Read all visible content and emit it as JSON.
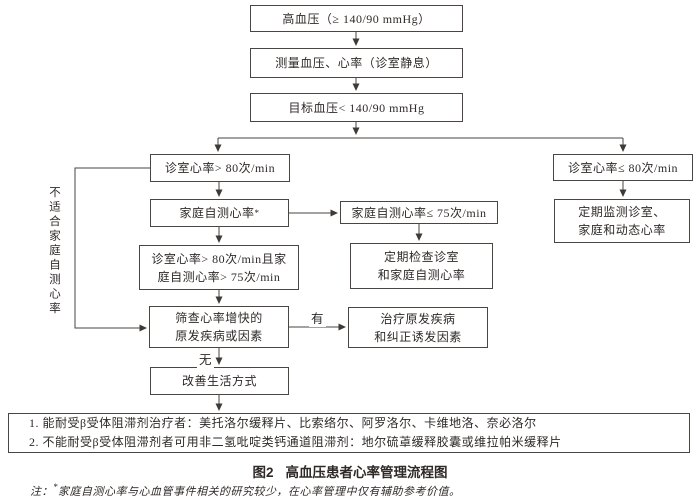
{
  "figure": {
    "caption_label": "图2",
    "caption_title": "高血压患者心率管理流程图",
    "note_prefix": "注：",
    "note_star": "*",
    "note_text": "家庭自测心率与心血管事件相关的研究较少，在心率管理中仅有辅助参考价值。"
  },
  "nodes": {
    "hypertension": "高血压（≥ 140/90 mmHg）",
    "measure": "测量血压、心率（诊室静息）",
    "target": "目标血压< 140/90 mmHg",
    "office_high": "诊室心率> 80次/min",
    "home_self": "家庭自测心率",
    "home_self_sup": "*",
    "office_home_high": [
      "诊室心率> 80次/min且家",
      "庭自测心率> 75次/min"
    ],
    "screen": [
      "筛查心率增快的",
      "原发疾病或因素"
    ],
    "lifestyle": "改善生活方式",
    "home_low": "家庭自测心率≤ 75次/min",
    "periodic_check": [
      "定期检查诊室",
      "和家庭自测心率"
    ],
    "treat": [
      "治疗原发疾病",
      "和纠正诱发因素"
    ],
    "office_low": "诊室心率≤ 80次/min",
    "periodic_monitor": [
      "定期监测诊室、",
      "家庭和动态心率"
    ],
    "medications": [
      "1. 能耐受β受体阻滞剂治疗者：美托洛尔缓释片、比索络尔、阿罗洛尔、卡维地洛、奈必洛尔",
      "2. 不能耐受β受体阻滞剂者可用非二氢吡啶类钙通道阻滞剂：地尔硫䓬缓释胶囊或维拉帕米缓释片"
    ]
  },
  "edge_labels": {
    "yes": "有",
    "no": "无",
    "bypass": "不适合家庭自测心率"
  },
  "colors": {
    "line": "#4a4541",
    "text": "#2f2a28",
    "background": "#ffffff"
  }
}
